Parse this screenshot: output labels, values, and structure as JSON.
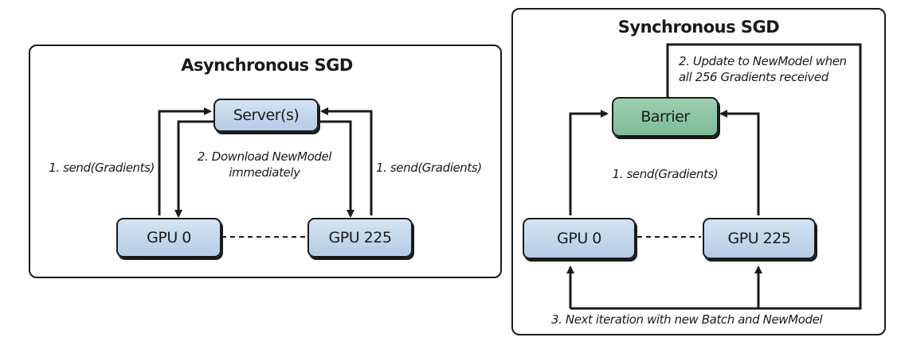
{
  "async": {
    "title": "Asynchronous SGD",
    "server_label": "Server(s)",
    "gpu_left_label": "GPU 0",
    "gpu_right_label": "GPU 225",
    "send_left": "1. send(Gradients)",
    "send_right": "1. send(Gradients)",
    "download_line1": "2. Download NewModel",
    "download_line2": "immediately",
    "colors": {
      "node_fill": "#c5d8ee",
      "stroke": "#1a1a1a"
    }
  },
  "sync": {
    "title": "Synchronous SGD",
    "barrier_label": "Barrier",
    "gpu_left_label": "GPU 0",
    "gpu_right_label": "GPU 225",
    "send": "1. send(Gradients)",
    "update_line1": "2. Update to NewModel when",
    "update_line2": "all 256 Gradients received",
    "next_iteration": "3. Next iteration with new Batch and NewModel",
    "colors": {
      "barrier_fill": "#8cc5a4",
      "node_fill": "#c5d8ee",
      "stroke": "#1a1a1a"
    }
  }
}
